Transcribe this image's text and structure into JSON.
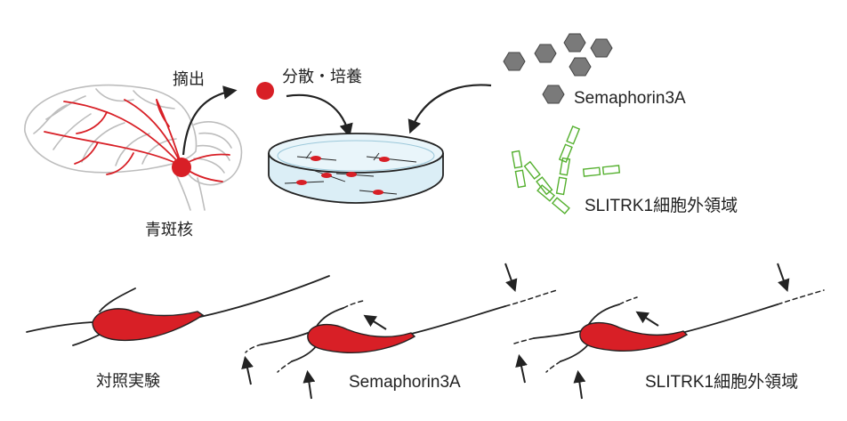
{
  "labels": {
    "extract": "摘出",
    "disperse_culture": "分散・培養",
    "locus_coeruleus": "青斑核",
    "semaphorin_reagent": "Semaphorin3A",
    "slitrk1_reagent": "SLITRK1細胞外領域",
    "control_panel": "対照実験",
    "semaphorin_panel": "Semaphorin3A",
    "slitrk1_panel": "SLITRK1細胞外領域"
  },
  "colors": {
    "neuron_red": "#d81f26",
    "brain_outline": "#bdbdbd",
    "hexagon_fill": "#7a7a7a",
    "slitrk_green": "#55b02f",
    "dish_fill": "#dbeef6",
    "line_dark": "#222222"
  },
  "icons": [
    "brain-diagram",
    "hexagon-molecule",
    "rod-protein",
    "culture-dish",
    "neuron-cell",
    "curved-arrow",
    "down-arrow",
    "up-arrow"
  ]
}
